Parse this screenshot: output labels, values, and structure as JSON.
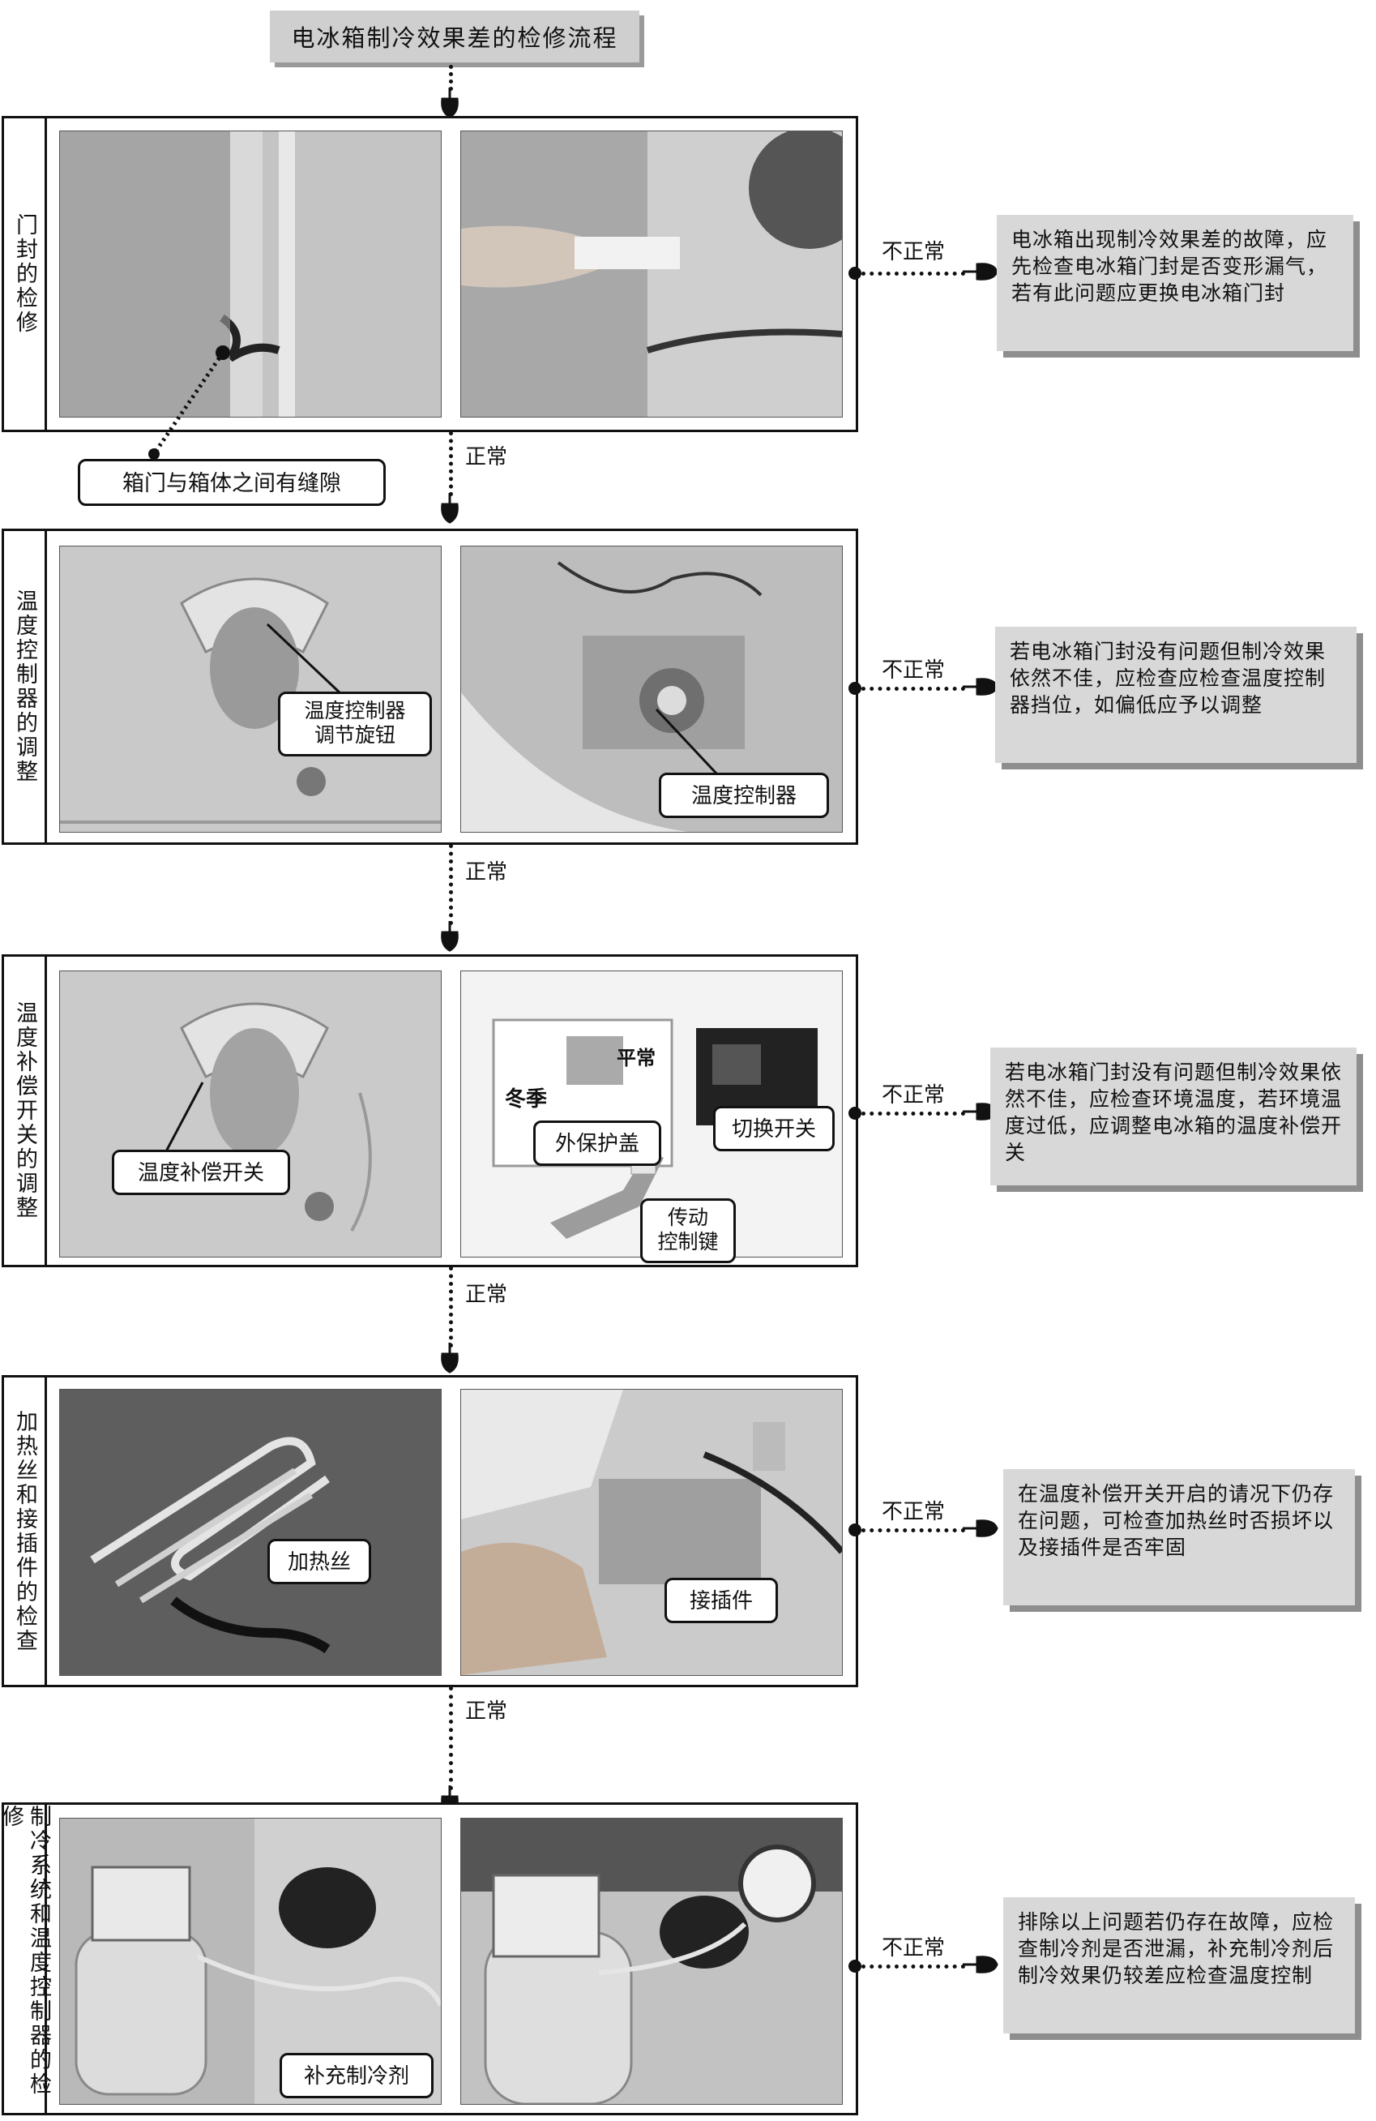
{
  "title": "电冰箱制冷效果差的检修流程",
  "normal_label": "正常",
  "abnormal_label": "不正常",
  "sections": [
    {
      "label": "门封的检修",
      "callouts": [
        "箱门与箱体之间有缝隙"
      ],
      "advice": "电冰箱出现制冷效果差的故障，应先检查电冰箱门封是否变形漏气，若有此问题应更换电冰箱门封"
    },
    {
      "label": "温度控制器的调整",
      "callouts": [
        "温度控制器\n调节旋钮",
        "温度控制器"
      ],
      "advice": "若电冰箱门封没有问题但制冷效果依然不佳，应检查应检查温度控制器挡位，如偏低应予以调整"
    },
    {
      "label": "温度补偿开关的调整",
      "callouts": [
        "温度补偿开关",
        "外保护盖",
        "切换开关",
        "传动\n控制键",
        "冬季",
        "平常"
      ],
      "advice": "若电冰箱门封没有问题但制冷效果依然不佳，应检查环境温度，若环境温度过低，应调整电冰箱的温度补偿开关"
    },
    {
      "label": "加热丝和接插件的检查",
      "callouts": [
        "加热丝",
        "接插件"
      ],
      "advice": "在温度补偿开关开启的请况下仍存在问题，可检查加热丝时否损坏以及接插件是否牢固"
    },
    {
      "label": "制冷系统和温度控制器的检修",
      "callouts": [
        "补充制冷剂"
      ],
      "advice": "排除以上问题若仍存在故障，应检查制冷剂是否泄漏，补充制冷剂后制冷效果仍较差应检查温度控制"
    }
  ]
}
